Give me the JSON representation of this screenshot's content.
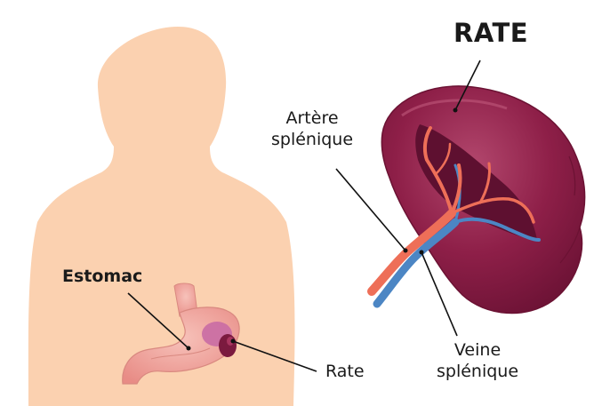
{
  "labels": {
    "title": "RATE",
    "artere_line1": "Artère",
    "artere_line2": "splénique",
    "estomac": "Estomac",
    "rate_small": "Rate",
    "veine_line1": "Veine",
    "veine_line2": "splénique"
  },
  "colors": {
    "skin": "#fbd1b0",
    "spleen": "#8e1f48",
    "spleen_dark": "#6e1336",
    "spleen_light": "#b2476d",
    "artery": "#ee6f58",
    "vein": "#4c86c4",
    "stomach": "#f1a59c",
    "leader": "#111111"
  }
}
